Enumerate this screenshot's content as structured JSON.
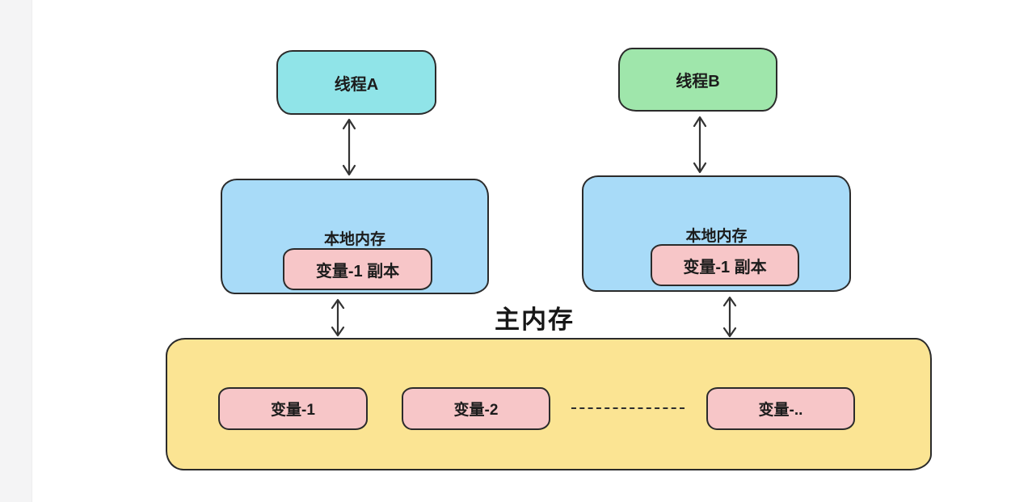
{
  "diagram": {
    "threads": [
      {
        "label": "线程A",
        "fill": "#90e4e8"
      },
      {
        "label": "线程B",
        "fill": "#9fe6ab"
      }
    ],
    "local_memories": [
      {
        "title": "本地内存",
        "variable": "变量-1 副本",
        "fill": "#a8dbf8",
        "variable_fill": "#f7c6c8"
      },
      {
        "title": "本地内存",
        "variable": "变量-1 副本",
        "fill": "#a8dbf8",
        "variable_fill": "#f7c6c8"
      }
    ],
    "main_memory": {
      "title": "主内存",
      "fill": "#fbe493",
      "variable_fill": "#f7c6c8",
      "variables": [
        "变量-1",
        "变量-2",
        "变量-.."
      ]
    },
    "colors": {
      "border": "#2b2b2b",
      "arrow": "#333333",
      "background": "#ffffff",
      "gutter": "#f4f4f5"
    }
  }
}
